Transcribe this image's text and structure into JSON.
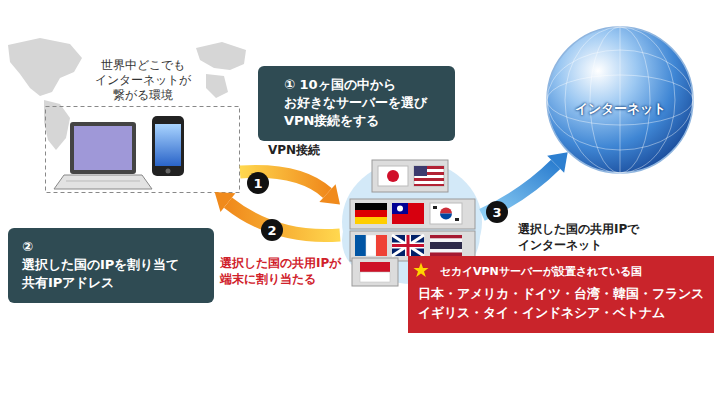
{
  "diagram": {
    "nodes": [
      {
        "text": [
          "世界中どこでも インターネットが 繋がる環境"
        ]
      },
      {
        "text": [
          "① 10ヶ国の中から お好きなサーバーを選び VPN接続をする"
        ]
      },
      {
        "text": []
      },
      {
        "text": [
          "インターネット"
        ]
      },
      {
        "text": [
          "② 選択した国のIPを割り当て 共有IPアドレス"
        ]
      },
      {
        "text": [
          "セカイVPNサーバーが設置されている国",
          "日本・アメリカ・ドイツ・台湾・韓国・フランス イギリス・タイ・インドネシア・ベトナム"
        ]
      }
    ],
    "edges": [
      {
        "from": 0,
        "to": 2,
        "arrow": "to",
        "label": "VPN接続"
      },
      {
        "from": 2,
        "to": 0,
        "arrow": "to",
        "label": "選択した国の共用IPが 端末に割り当たる"
      },
      {
        "from": 2,
        "to": 3,
        "arrow": "to",
        "label": "選択した国の共用IPで インターネット"
      }
    ],
    "labels": [
      "1",
      "2",
      "3"
    ]
  }
}
